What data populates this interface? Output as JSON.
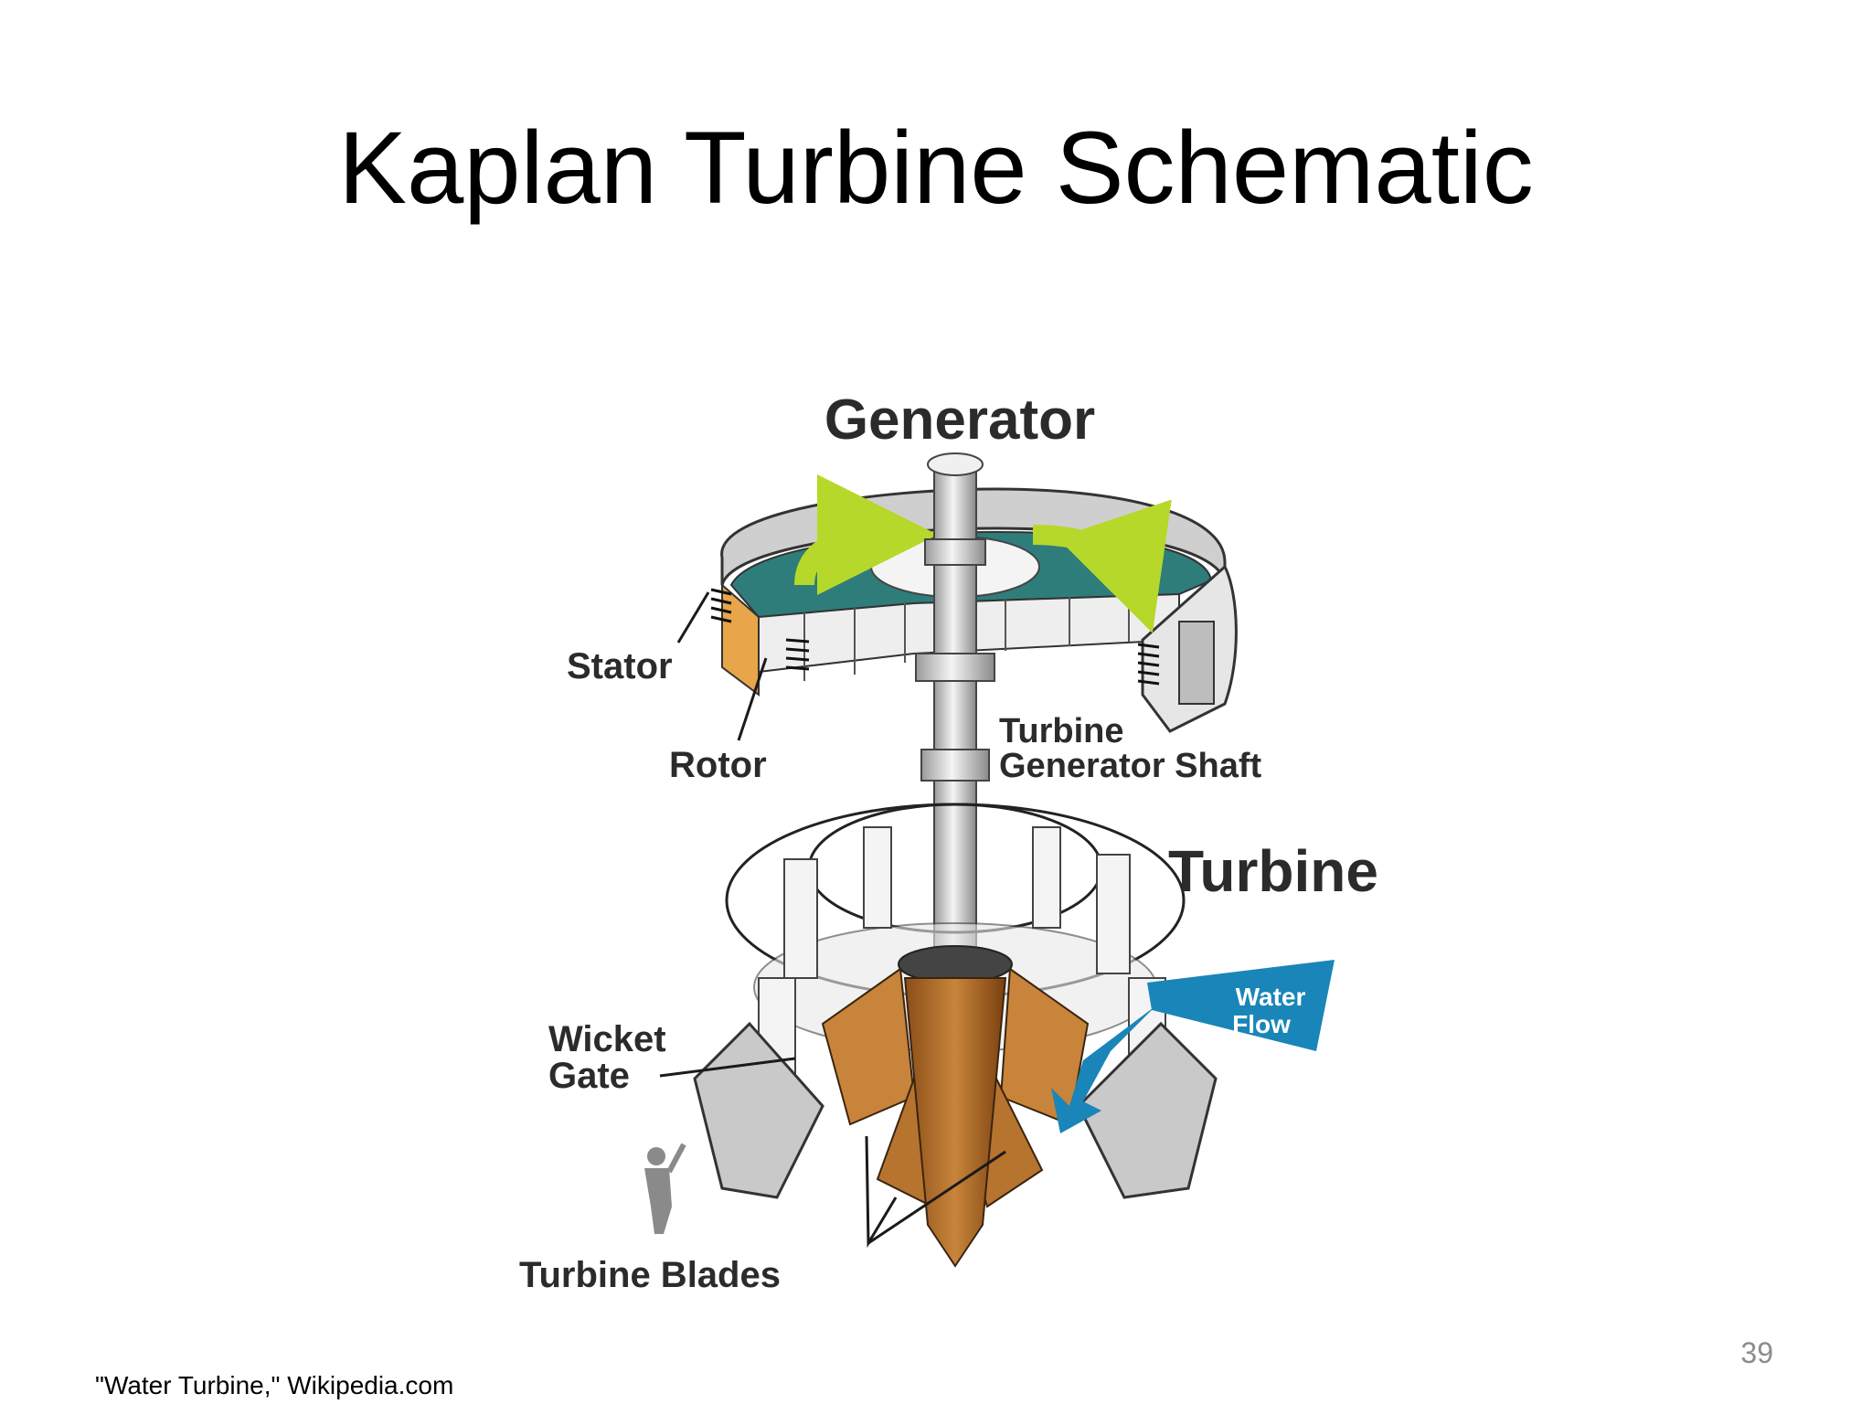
{
  "slide": {
    "title": "Kaplan Turbine Schematic",
    "page_number": "39",
    "source": "\"Water Turbine,\" Wikipedia.com"
  },
  "diagram": {
    "labels": {
      "generator": "Generator",
      "stator": "Stator",
      "rotor": "Rotor",
      "shaft_line1": "Turbine",
      "shaft_line2": "Generator Shaft",
      "turbine": "Turbine",
      "wicket_line1": "Wicket",
      "wicket_line2": "Gate",
      "water_line1": "Water",
      "water_line2": "Flow",
      "blades": "Turbine Blades"
    },
    "colors": {
      "stator_teal": "#2e7d7a",
      "rotor_orange": "#e08a2c",
      "arrow_green": "#b6d82a",
      "blade_brown": "#c8843a",
      "water_blue": "#1a85b8",
      "metal_gray": "#d8d8d8"
    }
  }
}
